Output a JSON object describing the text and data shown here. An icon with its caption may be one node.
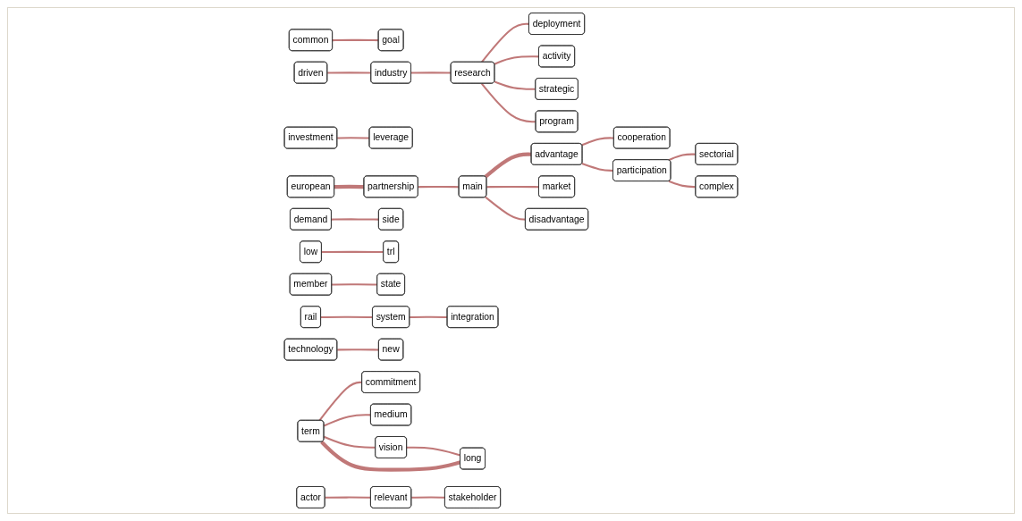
{
  "diagram": {
    "nodes": [
      {
        "text": [
          "common"
        ]
      },
      {
        "text": [
          "goal"
        ]
      },
      {
        "text": [
          "deployment"
        ]
      },
      {
        "text": [
          "activity"
        ]
      },
      {
        "text": [
          "industry"
        ]
      },
      {
        "text": [
          "research"
        ]
      },
      {
        "text": [
          "driven"
        ]
      },
      {
        "text": [
          "strategic"
        ]
      },
      {
        "text": [
          "program"
        ]
      },
      {
        "text": [
          "investment"
        ]
      },
      {
        "text": [
          "leverage"
        ]
      },
      {
        "text": [
          "european"
        ]
      },
      {
        "text": [
          "cooperation"
        ]
      },
      {
        "text": [
          "advantage"
        ]
      },
      {
        "text": [
          "sectorial"
        ]
      },
      {
        "text": [
          "partnership"
        ]
      },
      {
        "text": [
          "participation"
        ]
      },
      {
        "text": [
          "main"
        ]
      },
      {
        "text": [
          "complex"
        ]
      },
      {
        "text": [
          "market"
        ]
      },
      {
        "text": [
          "demand"
        ]
      },
      {
        "text": [
          "side"
        ]
      },
      {
        "text": [
          "disadvantage"
        ]
      },
      {
        "text": [
          "low"
        ]
      },
      {
        "text": [
          "trl"
        ]
      },
      {
        "text": [
          "state"
        ]
      },
      {
        "text": [
          "member"
        ]
      },
      {
        "text": [
          "rail"
        ]
      },
      {
        "text": [
          "integration"
        ]
      },
      {
        "text": [
          "system"
        ]
      },
      {
        "text": [
          "technology"
        ]
      },
      {
        "text": [
          "commitment"
        ]
      },
      {
        "text": [
          "long"
        ]
      },
      {
        "text": [
          "vision"
        ]
      },
      {
        "text": [
          "term"
        ]
      },
      {
        "text": [
          "new"
        ]
      },
      {
        "text": [
          "medium"
        ]
      },
      {
        "text": [
          "actor"
        ]
      },
      {
        "text": [
          "stakeholder"
        ]
      },
      {
        "text": [
          "relevant"
        ]
      }
    ],
    "edges": [
      {
        "from": 0,
        "to": 1,
        "arrow": "none"
      },
      {
        "from": 6,
        "to": 4,
        "arrow": "none"
      },
      {
        "from": 4,
        "to": 5,
        "arrow": "none"
      },
      {
        "from": 5,
        "to": 2,
        "arrow": "none"
      },
      {
        "from": 5,
        "to": 3,
        "arrow": "none"
      },
      {
        "from": 5,
        "to": 7,
        "arrow": "none"
      },
      {
        "from": 5,
        "to": 8,
        "arrow": "none"
      },
      {
        "from": 9,
        "to": 10,
        "arrow": "none"
      },
      {
        "from": 11,
        "to": 15,
        "arrow": "none",
        "style": "thick"
      },
      {
        "from": 15,
        "to": 17,
        "arrow": "none"
      },
      {
        "from": 17,
        "to": 13,
        "arrow": "none",
        "style": "thick"
      },
      {
        "from": 17,
        "to": 19,
        "arrow": "none"
      },
      {
        "from": 17,
        "to": 22,
        "arrow": "none"
      },
      {
        "from": 13,
        "to": 12,
        "arrow": "none"
      },
      {
        "from": 13,
        "to": 16,
        "arrow": "none"
      },
      {
        "from": 16,
        "to": 14,
        "arrow": "none"
      },
      {
        "from": 16,
        "to": 18,
        "arrow": "none"
      },
      {
        "from": 20,
        "to": 21,
        "arrow": "none"
      },
      {
        "from": 23,
        "to": 24,
        "arrow": "none"
      },
      {
        "from": 26,
        "to": 25,
        "arrow": "none"
      },
      {
        "from": 27,
        "to": 29,
        "arrow": "none"
      },
      {
        "from": 29,
        "to": 28,
        "arrow": "none"
      },
      {
        "from": 30,
        "to": 35,
        "arrow": "none"
      },
      {
        "from": 34,
        "to": 31,
        "arrow": "none"
      },
      {
        "from": 34,
        "to": 36,
        "arrow": "none"
      },
      {
        "from": 34,
        "to": 33,
        "arrow": "none"
      },
      {
        "from": 33,
        "to": 32,
        "arrow": "none"
      },
      {
        "from": 34,
        "to": 32,
        "arrow": "none",
        "style": "thick"
      },
      {
        "from": 37,
        "to": 39,
        "arrow": "none"
      },
      {
        "from": 39,
        "to": 38,
        "arrow": "none"
      }
    ]
  }
}
